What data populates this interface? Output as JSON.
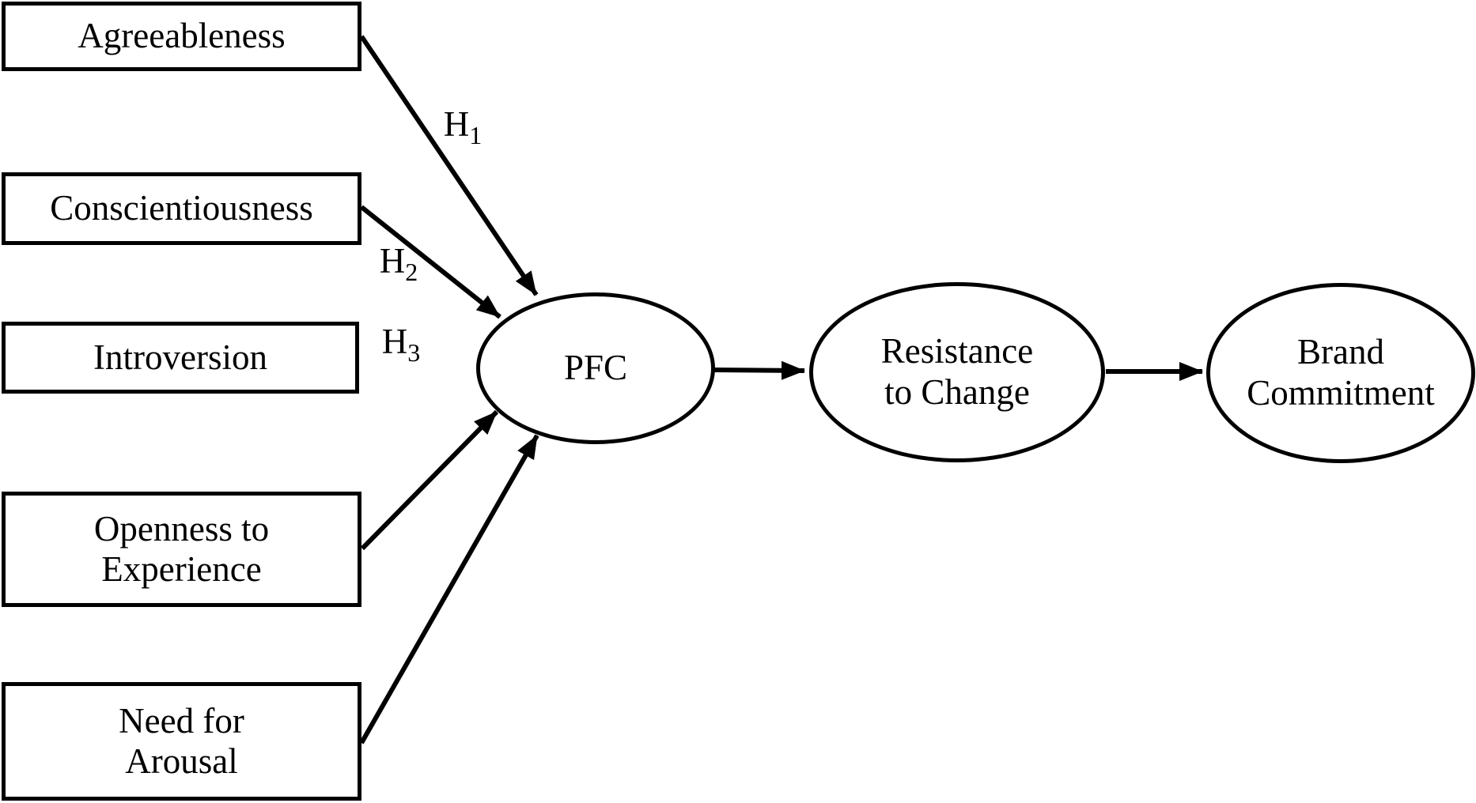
{
  "diagram": {
    "background": "#ffffff",
    "stroke_color": "#000000",
    "boxes": [
      {
        "id": "agreeableness",
        "label": "Agreeableness"
      },
      {
        "id": "conscientiousness",
        "label": "Conscientiousness"
      },
      {
        "id": "introversion",
        "label": "Introversion"
      },
      {
        "id": "openness",
        "label": "Openness to\nExperience"
      },
      {
        "id": "need-arousal",
        "label": "Need for\nArousal"
      }
    ],
    "ellipses": [
      {
        "id": "pfc",
        "label": "PFC"
      },
      {
        "id": "resistance",
        "label": "Resistance\nto Change"
      },
      {
        "id": "brand",
        "label": "Brand\nCommitment"
      }
    ],
    "hypothesis_labels": [
      {
        "base": "H",
        "sub": "1"
      },
      {
        "base": "H",
        "sub": "2"
      },
      {
        "base": "H",
        "sub": "3"
      }
    ],
    "edges": [
      {
        "from": "Agreeableness",
        "to": "PFC",
        "label": "H1"
      },
      {
        "from": "Conscientiousness",
        "to": "PFC",
        "label": "H2"
      },
      {
        "from": "Introversion",
        "to": "PFC",
        "label": "H3"
      },
      {
        "from": "Openness to Experience",
        "to": "PFC",
        "label": ""
      },
      {
        "from": "Need for Arousal",
        "to": "PFC",
        "label": ""
      },
      {
        "from": "PFC",
        "to": "Resistance to Change",
        "label": ""
      },
      {
        "from": "Resistance to Change",
        "to": "Brand Commitment",
        "label": ""
      }
    ]
  }
}
